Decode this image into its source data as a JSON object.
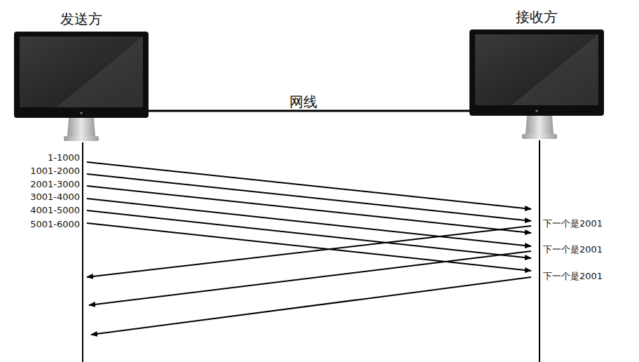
{
  "diagram": {
    "nodes": [
      {
        "text": [
          "发送方"
        ]
      },
      {
        "text": [
          "接收方"
        ]
      }
    ],
    "edges": [
      {
        "from": 0,
        "to": 1,
        "arrow": "none",
        "label": "网线"
      }
    ],
    "labels": [
      "1-1000",
      "1001-2000",
      "2001-3000",
      "3001-4000",
      "4001-5000",
      "5001-6000",
      "下一个是2001",
      "下一个是2001",
      "下一个是2001"
    ]
  }
}
